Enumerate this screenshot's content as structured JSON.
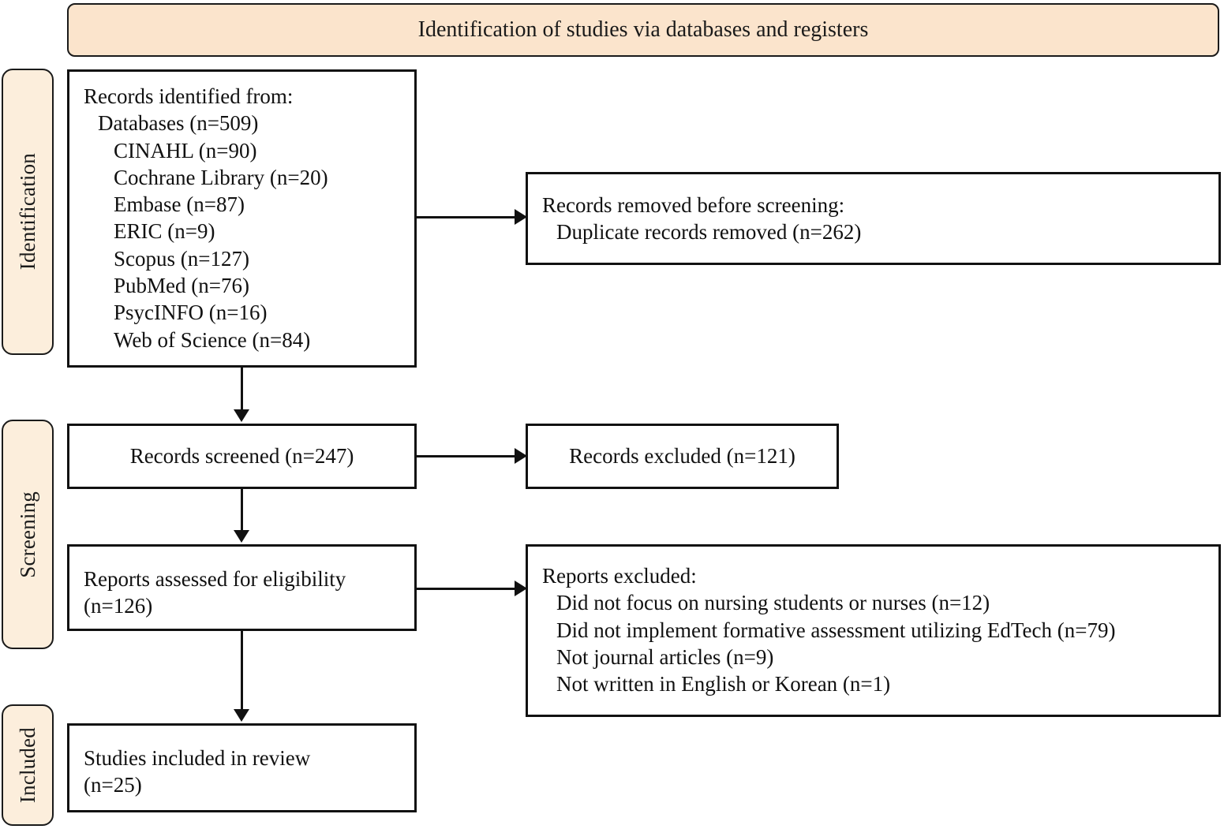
{
  "header": {
    "title": "Identification of studies via databases and registers"
  },
  "phases": [
    {
      "key": "identification",
      "label": "Identification"
    },
    {
      "key": "screening",
      "label": "Screening"
    },
    {
      "key": "included",
      "label": "Included"
    }
  ],
  "boxes": {
    "records_identified": {
      "title": "Records identified from:",
      "lines": [
        {
          "text": "Databases (n=509)",
          "indent": 1
        },
        {
          "text": "CINAHL (n=90)",
          "indent": 2
        },
        {
          "text": "Cochrane Library (n=20)",
          "indent": 2
        },
        {
          "text": "Embase (n=87)",
          "indent": 2
        },
        {
          "text": "ERIC (n=9)",
          "indent": 2
        },
        {
          "text": "Scopus (n=127)",
          "indent": 2
        },
        {
          "text": "PubMed (n=76)",
          "indent": 2
        },
        {
          "text": "PsycINFO (n=16)",
          "indent": 2
        },
        {
          "text": "Web of Science (n=84)",
          "indent": 2
        }
      ]
    },
    "records_removed": {
      "title": "Records removed before screening:",
      "lines": [
        {
          "text": "Duplicate records removed (n=262)",
          "indent": 1
        }
      ]
    },
    "records_screened": {
      "title": "Records screened (n=247)",
      "lines": []
    },
    "records_excluded": {
      "title": "Records excluded (n=121)",
      "lines": []
    },
    "reports_assessed": {
      "title": "Reports assessed for eligibility",
      "lines": [
        {
          "text": "(n=126)",
          "indent": 0
        }
      ]
    },
    "reports_excluded": {
      "title": "Reports excluded:",
      "lines": [
        {
          "text": "Did not focus on nursing students or nurses (n=12)",
          "indent": 1
        },
        {
          "text": "Did not implement formative assessment utilizing EdTech (n=79)",
          "indent": 1
        },
        {
          "text": "Not journal articles (n=9)",
          "indent": 1
        },
        {
          "text": "Not written in English or Korean (n=1)",
          "indent": 1
        }
      ]
    },
    "studies_included": {
      "title": "Studies included in review",
      "lines": [
        {
          "text": "(n=25)",
          "indent": 0
        }
      ]
    }
  },
  "colors": {
    "banner_fill": "#FBE4CC",
    "phase_fill": "#FCEEDC",
    "stroke": "#111111",
    "page_background": "#FFFFFF"
  }
}
